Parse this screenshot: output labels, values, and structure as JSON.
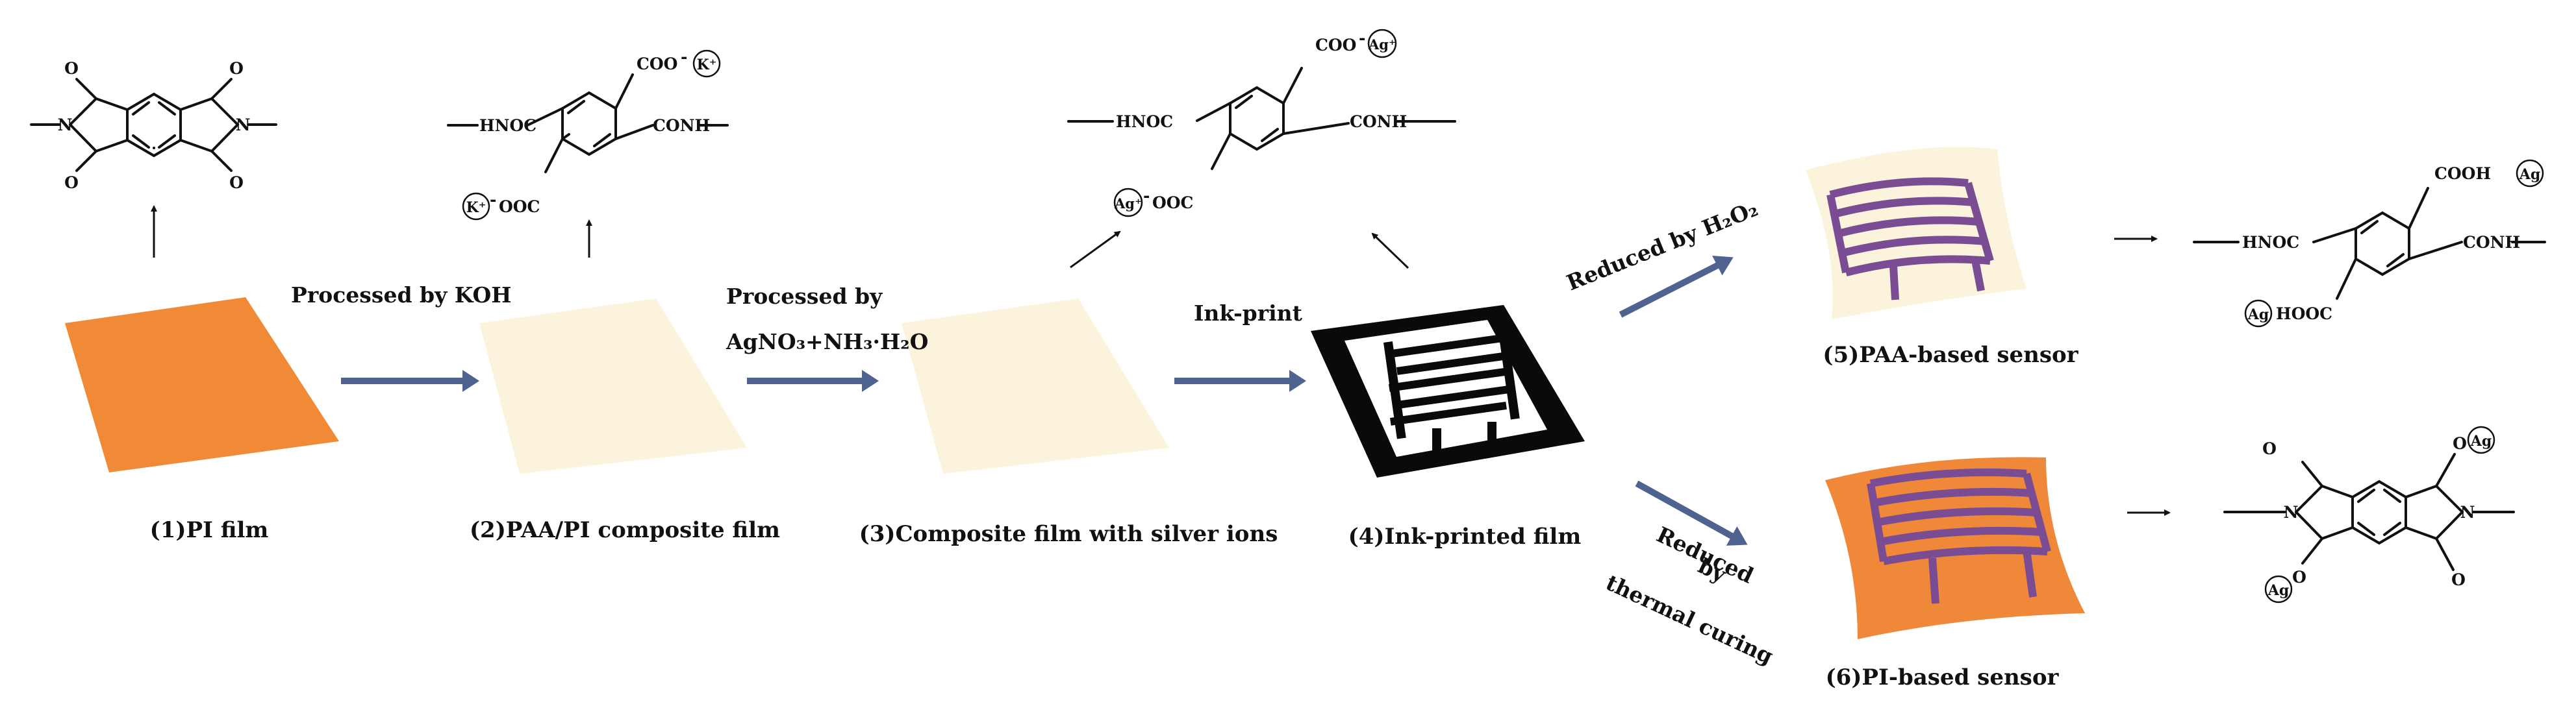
{
  "colors": {
    "pi_film": "#F08A36",
    "paa_film": "#FBF3DC",
    "process_arrow": "#4F6390",
    "electrode_purple": "#7A4C93",
    "ink_black": "#0A0A0A",
    "orange_sensor": "#F0883A"
  },
  "steps": {
    "s1": "(1)PI film",
    "s2": "(2)PAA/PI composite film",
    "s3": "(3)Composite film with silver ions",
    "s4": "(4)Ink-printed film",
    "s5": "(5)PAA-based sensor",
    "s6": "(6)PI-based sensor"
  },
  "processes": {
    "koh": "Processed by KOH",
    "ag_line1": "Processed by",
    "ag_line2": "AgNO₃+NH₃·H₂O",
    "ink": "Ink-print",
    "h2o2": "Reduced by H₂O₂",
    "thermal_line1": "Reduced",
    "thermal_line2": "by",
    "thermal_line3": "thermal curing"
  },
  "chem": {
    "hnoc": "HNOC",
    "conh": "CONH",
    "coo": "COO",
    "ooc": "OOC",
    "cooh": "COOH",
    "hooc": "HOOC",
    "n": "N",
    "o": "O",
    "k_plus": "K⁺",
    "ag_plus": "Ag⁺",
    "ag": "Ag",
    "minus": "-"
  }
}
